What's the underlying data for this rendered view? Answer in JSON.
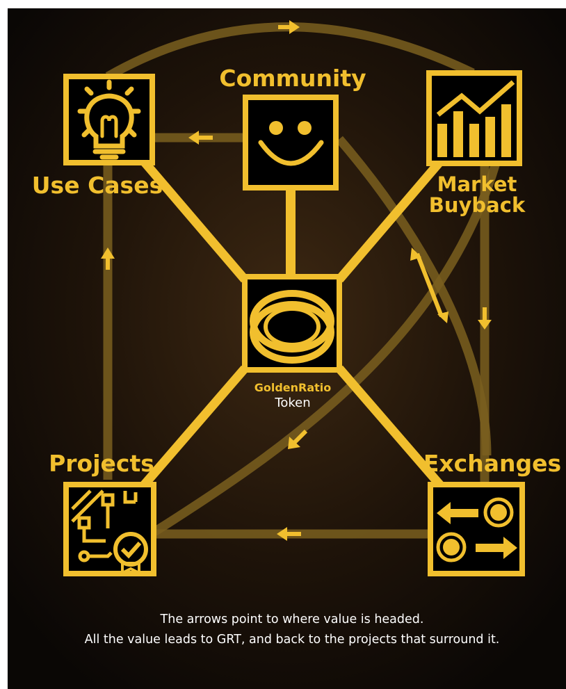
{
  "diagram": {
    "nodes": {
      "community": {
        "label": "Community",
        "icon": "smiley-face-icon"
      },
      "use_cases": {
        "label": "Use Cases",
        "icon": "lightbulb-icon"
      },
      "market_buyback": {
        "label_line1": "Market",
        "label_line2": "Buyback",
        "icon": "bar-chart-trend-icon"
      },
      "token": {
        "label_line1": "GoldenRatio",
        "label_line2": "Token",
        "icon": "golden-ring-icon"
      },
      "projects": {
        "label": "Projects",
        "icon": "circuit-board-check-icon"
      },
      "exchanges": {
        "label": "Exchanges",
        "icon": "exchange-arrows-icon"
      }
    },
    "caption_line1": "The arrows point to where value is headed.",
    "caption_line2": "All the value leads to GRT, and back to the projects that surround it."
  },
  "colors": {
    "gold": "#f1bf2e",
    "dim_gold": "#7a5f1e",
    "background_center": "#3d2812",
    "background_edge": "#0a0705",
    "page": "#ffffff"
  }
}
